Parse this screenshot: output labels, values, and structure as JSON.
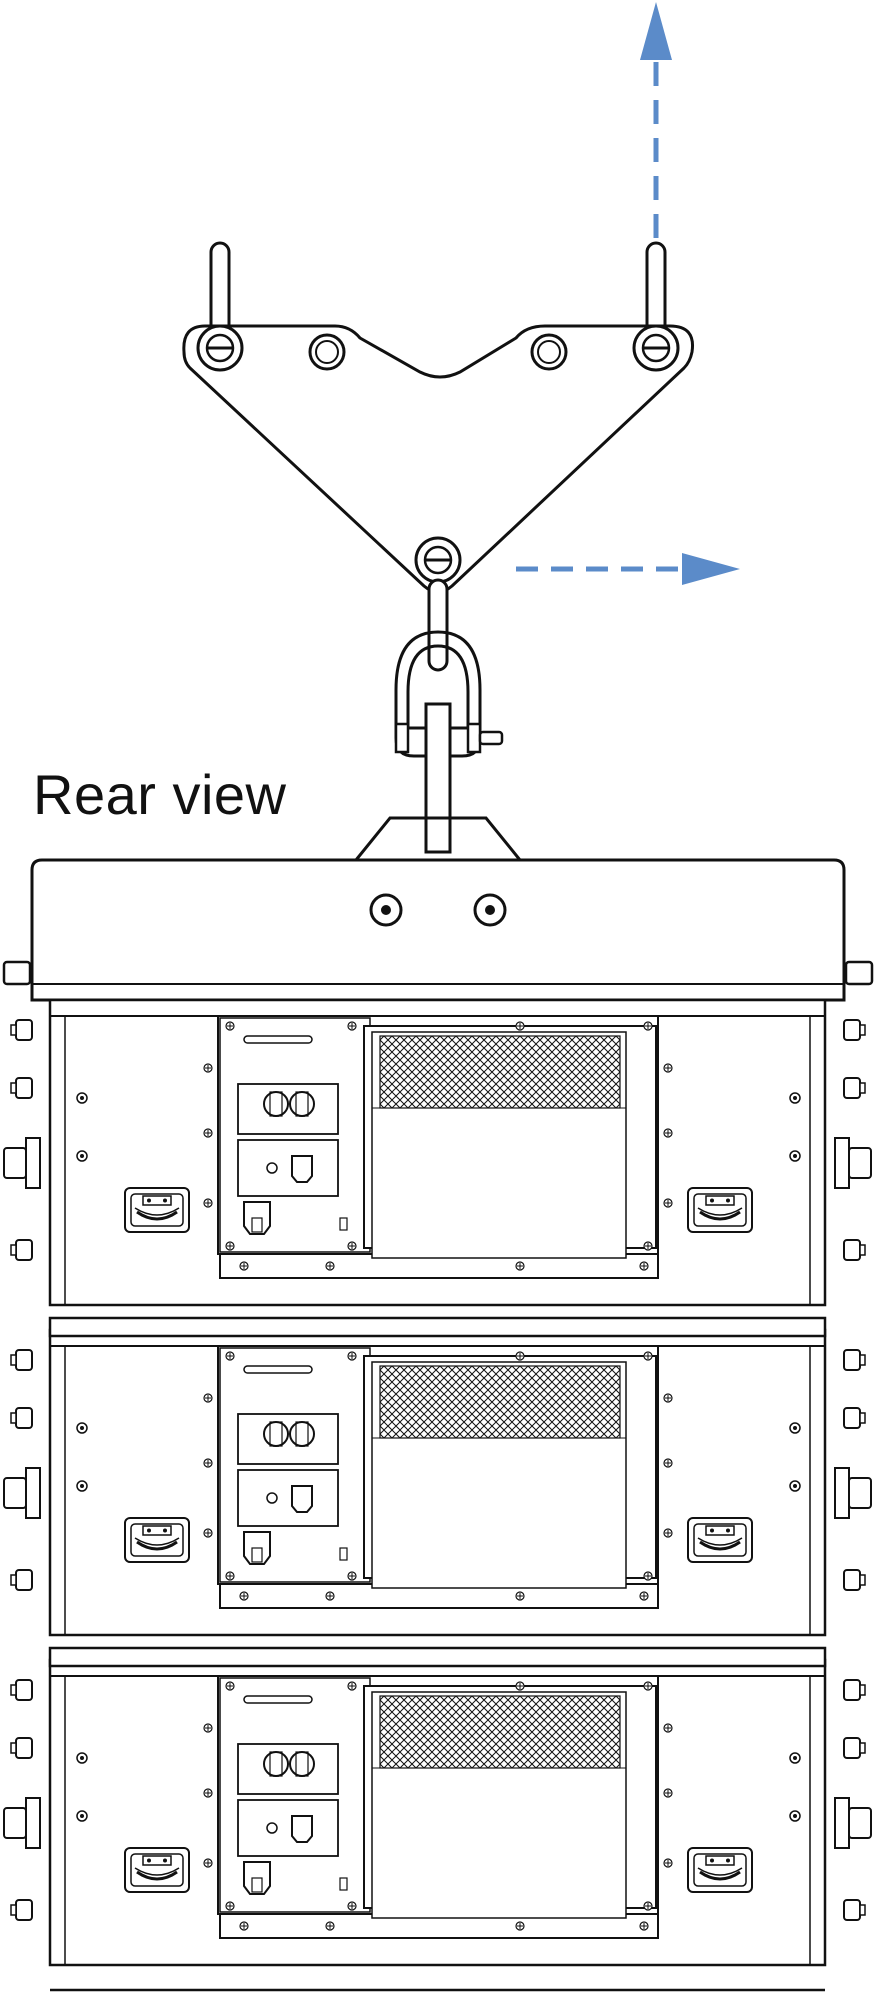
{
  "label": "Rear view",
  "colors": {
    "arrow": "#5b8bc9",
    "stroke": "#111111",
    "fill": "#ffffff"
  },
  "arrows": [
    {
      "name": "upward-force-arrow",
      "direction": "up"
    },
    {
      "name": "rightward-force-arrow",
      "direction": "right"
    }
  ],
  "cabinets": 3
}
